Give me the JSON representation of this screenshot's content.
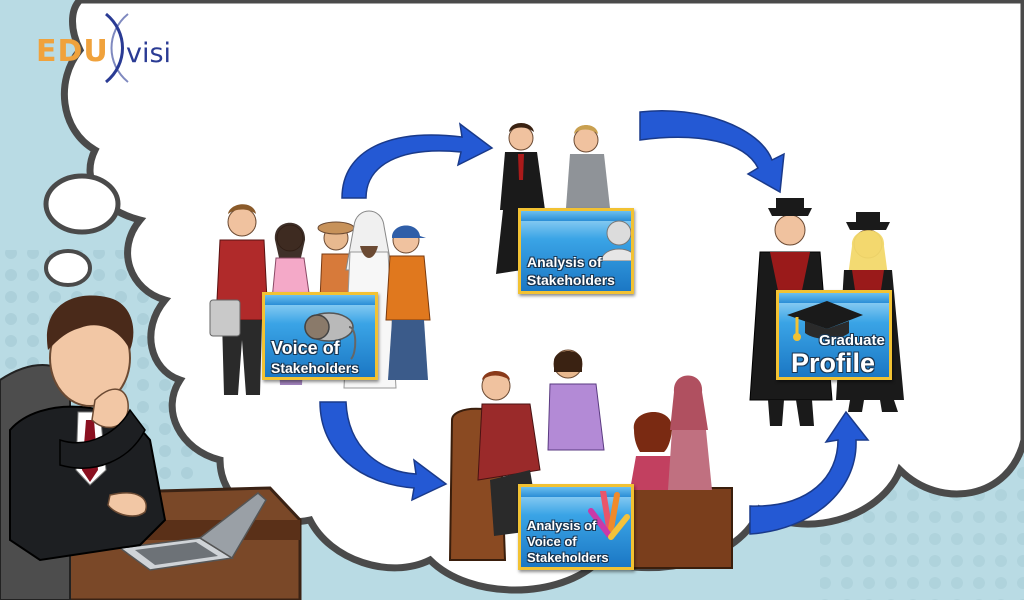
{
  "brand": {
    "edu": "EDU",
    "visi": "visi"
  },
  "nodes": {
    "voice": {
      "line1": "Voice of",
      "line2": "Stakeholders"
    },
    "analysis": {
      "line1": "Analysis of",
      "line2": "Stakeholders"
    },
    "analysis_voice": {
      "line1": "Analysis of",
      "line2": "Voice of",
      "line3": "Stakeholders"
    },
    "graduate": {
      "line1": "Graduate",
      "line2": "Profile"
    }
  },
  "colors": {
    "arrow": "#2459d4",
    "card_border": "#f2c233",
    "background": "#b9dbe4",
    "cloud": "#ffffff"
  },
  "icons": [
    "microphone-icon",
    "graduation-cap-icon",
    "hands-icon",
    "person-icon"
  ]
}
